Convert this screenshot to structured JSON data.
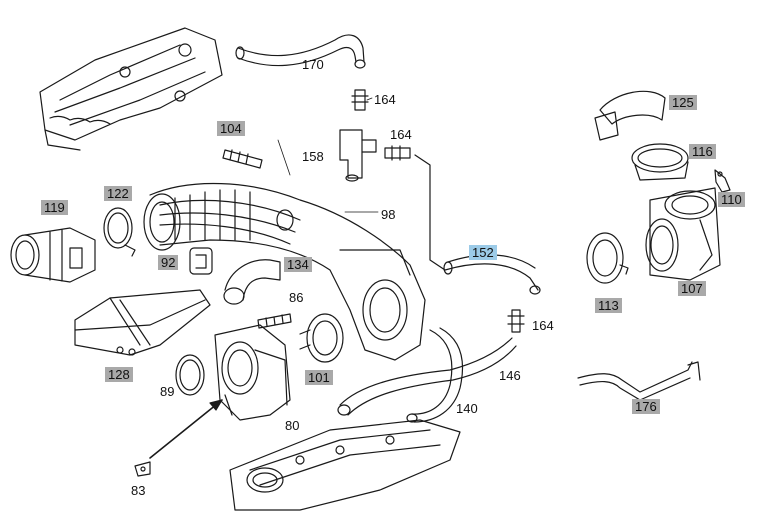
{
  "diagram": {
    "parts": {
      "p170": {
        "label": "170",
        "style": "plain"
      },
      "p164a": {
        "label": "164",
        "style": "plain"
      },
      "p104": {
        "label": "104",
        "style": "boxed"
      },
      "p164b": {
        "label": "164",
        "style": "plain"
      },
      "p158": {
        "label": "158",
        "style": "plain"
      },
      "p125": {
        "label": "125",
        "style": "boxed"
      },
      "p116": {
        "label": "116",
        "style": "boxed"
      },
      "p110": {
        "label": "110",
        "style": "boxed"
      },
      "p119": {
        "label": "119",
        "style": "boxed"
      },
      "p122": {
        "label": "122",
        "style": "boxed"
      },
      "p98": {
        "label": "98",
        "style": "plain"
      },
      "p152": {
        "label": "152",
        "style": "highlight"
      },
      "p92": {
        "label": "92",
        "style": "boxed"
      },
      "p134": {
        "label": "134",
        "style": "boxed"
      },
      "p86": {
        "label": "86",
        "style": "plain"
      },
      "p113": {
        "label": "113",
        "style": "boxed"
      },
      "p107": {
        "label": "107",
        "style": "boxed"
      },
      "p164c": {
        "label": "164",
        "style": "plain"
      },
      "p128": {
        "label": "128",
        "style": "boxed"
      },
      "p101": {
        "label": "101",
        "style": "boxed"
      },
      "p146": {
        "label": "146",
        "style": "plain"
      },
      "p89": {
        "label": "89",
        "style": "plain"
      },
      "p176": {
        "label": "176",
        "style": "boxed"
      },
      "p140": {
        "label": "140",
        "style": "plain"
      },
      "p80": {
        "label": "80",
        "style": "plain"
      },
      "p83": {
        "label": "83",
        "style": "plain"
      }
    }
  }
}
